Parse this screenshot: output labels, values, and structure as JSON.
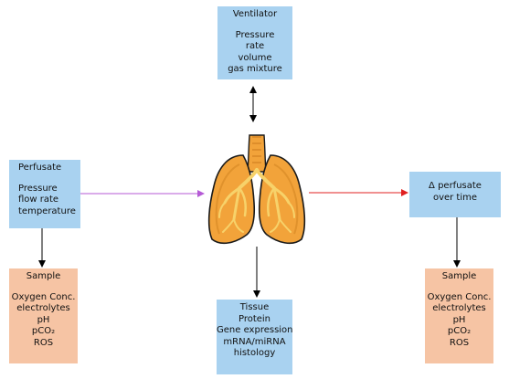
{
  "colors": {
    "box_blue": "#a9d2f0",
    "box_salmon": "#f6c4a4",
    "arrow_purple": "#b55ad6",
    "arrow_red": "#e02020",
    "lung_orange": "#f2a33a",
    "lung_yellow": "#f7d26a"
  },
  "ventilator": {
    "title": "Ventilator",
    "items": [
      "Pressure",
      "rate",
      "volume",
      "gas mixture"
    ]
  },
  "perfusate": {
    "title": "Perfusate",
    "items": [
      "Pressure",
      "flow rate",
      "temperature"
    ]
  },
  "delta_perfusate": {
    "line1": "Δ perfusate",
    "line2": "over time"
  },
  "sample_left": {
    "title": "Sample",
    "items": [
      "Oxygen Conc.",
      "electrolytes",
      "pH",
      "pCO₂",
      "ROS"
    ]
  },
  "sample_right": {
    "title": "Sample",
    "items": [
      "Oxygen Conc.",
      "electrolytes",
      "pH",
      "pCO₂",
      "ROS"
    ]
  },
  "tissue": {
    "items": [
      "Tissue",
      "Protein",
      "Gene expression",
      "mRNA/miRNA",
      "histology"
    ]
  },
  "center_image": {
    "icon": "lungs-icon"
  }
}
